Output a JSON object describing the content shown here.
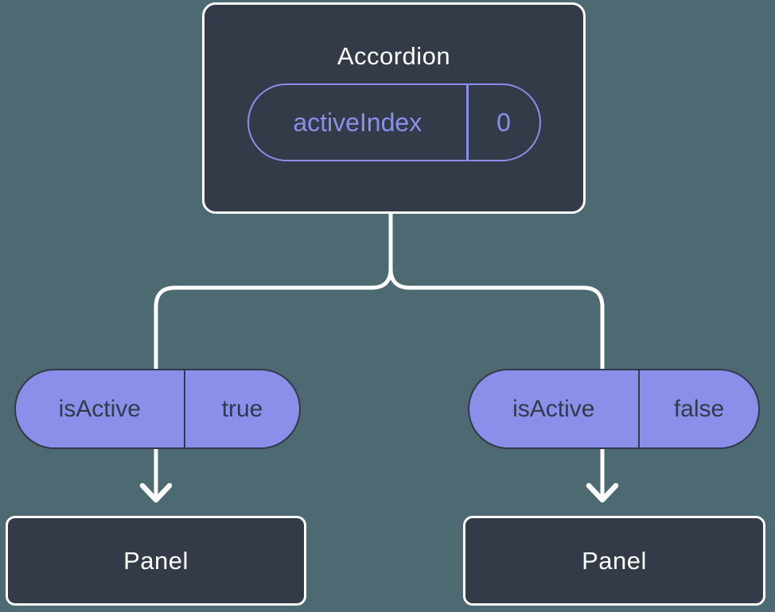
{
  "diagram": {
    "root": {
      "title": "Accordion",
      "state_name": "activeIndex",
      "state_value": "0"
    },
    "left_branch": {
      "prop_name": "isActive",
      "prop_value": "true",
      "child_label": "Panel"
    },
    "right_branch": {
      "prop_name": "isActive",
      "prop_value": "false",
      "child_label": "Panel"
    }
  },
  "colors": {
    "background": "#4D6971",
    "node_fill": "#343B48",
    "node_border": "#FFFFFF",
    "accent_purple": "#8A8FEA",
    "pill_text_dark": "#333A47",
    "connector": "#FFFFFF"
  }
}
